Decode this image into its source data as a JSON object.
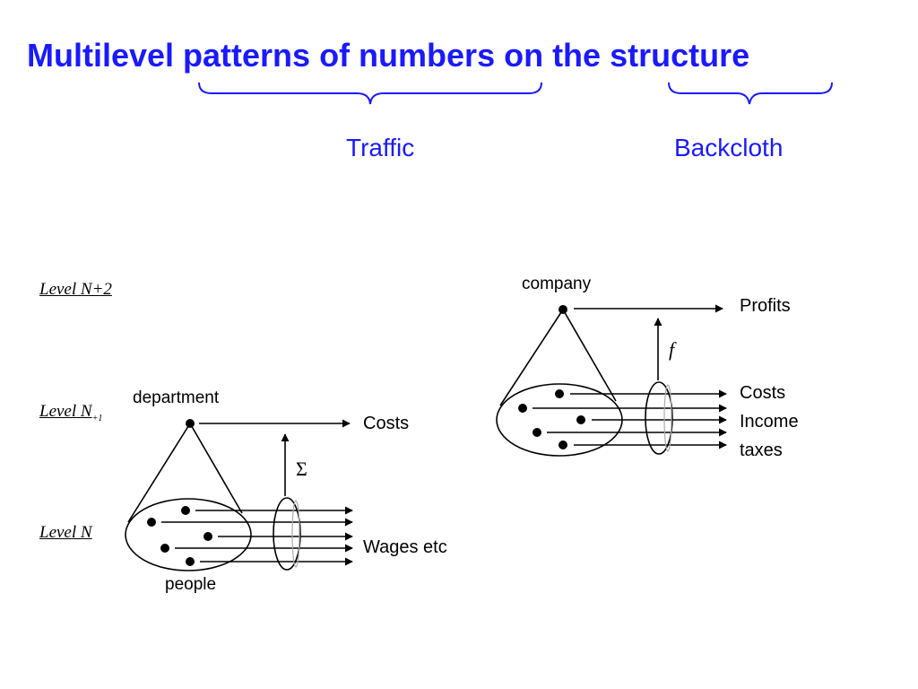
{
  "title": "Multilevel patterns of numbers on the structure",
  "brace_labels": {
    "traffic": "Traffic",
    "backcloth": "Backcloth"
  },
  "levels": {
    "n_plus_2": "Level N+2",
    "n_plus_1": "Level N",
    "n_plus_1_mark": "+1",
    "n": "Level N"
  },
  "left_diagram": {
    "top_node": "department",
    "bottom_group": "people",
    "output_label": "Costs",
    "input_label": "Wages etc",
    "operator_symbol": "Σ"
  },
  "right_diagram": {
    "top_node": "company",
    "output_label": "Profits",
    "operator_symbol": "f",
    "input_labels": [
      "Costs",
      "Income",
      "taxes"
    ]
  },
  "colors": {
    "accent_blue": "#1a1aff",
    "ink": "#000000"
  }
}
